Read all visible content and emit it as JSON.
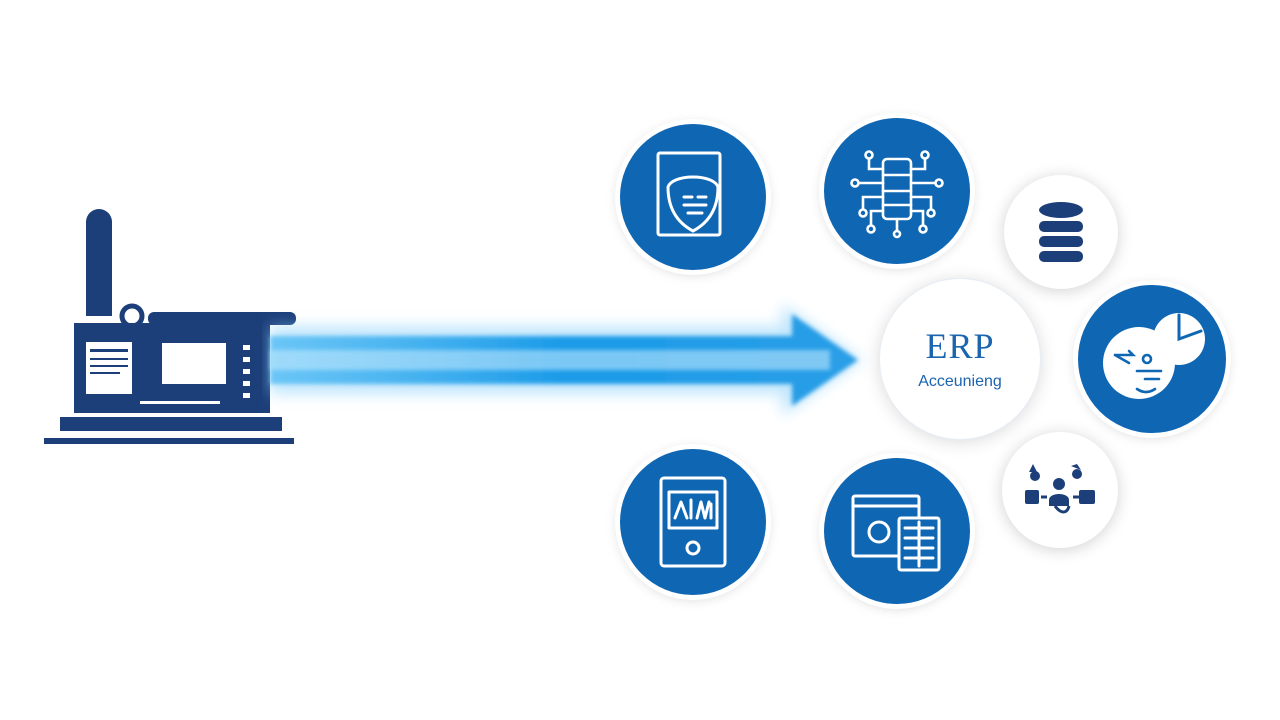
{
  "colors": {
    "navy": "#1c3f7a",
    "circle_blue": "#0f66b3",
    "hub_text": "#1a64b0",
    "arrow_core": "#1a9be8",
    "arrow_glow": "#8fd2fb"
  },
  "hub": {
    "title": "ERP",
    "subtitle": "Acceunieng"
  },
  "icons": [
    {
      "name": "document-shield-icon",
      "style": "blue"
    },
    {
      "name": "circuit-network-icon",
      "style": "blue"
    },
    {
      "name": "database-icon",
      "style": "white"
    },
    {
      "name": "face-analytics-icon",
      "style": "blue"
    },
    {
      "name": "report-clipboard-icon",
      "style": "blue"
    },
    {
      "name": "tablet-spreadsheet-icon",
      "style": "blue"
    },
    {
      "name": "team-workflow-icon",
      "style": "white"
    }
  ]
}
